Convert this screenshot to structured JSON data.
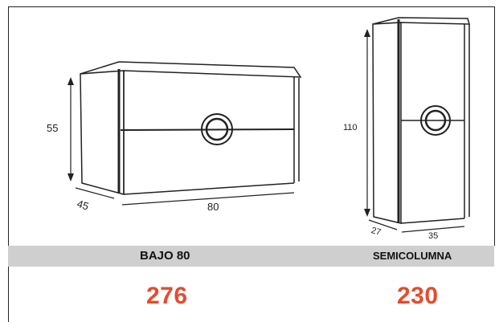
{
  "products": [
    {
      "name": "BAJO 80",
      "price": "276",
      "dimensions": {
        "height": "55",
        "depth": "45",
        "width": "80"
      }
    },
    {
      "name": "SEMICOLUMNA",
      "price": "230",
      "dimensions": {
        "height": "110",
        "depth": "27",
        "width": "35"
      }
    }
  ],
  "colors": {
    "band": "#cfcfcf",
    "price": "#e64b2b",
    "line": "#222222"
  }
}
